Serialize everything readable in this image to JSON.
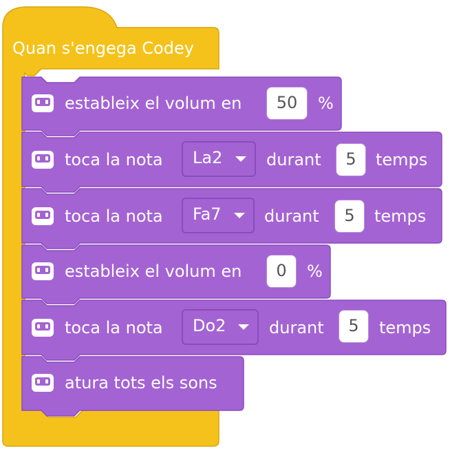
{
  "hat": {
    "label": "Quan s'engega Codey"
  },
  "blocks": [
    {
      "type": "set-volume",
      "prefix": "estableix el volum en",
      "value": "50",
      "suffix": "%"
    },
    {
      "type": "play-note",
      "prefix": "toca la nota",
      "note": "La2",
      "mid": "durant",
      "beats": "5",
      "suffix": "temps"
    },
    {
      "type": "play-note",
      "prefix": "toca la nota",
      "note": "Fa7",
      "mid": "durant",
      "beats": "5",
      "suffix": "temps"
    },
    {
      "type": "set-volume",
      "prefix": "estableix el volum en",
      "value": "0",
      "suffix": "%"
    },
    {
      "type": "play-note",
      "prefix": "toca la nota",
      "note": "Do2",
      "mid": "durant",
      "beats": "5",
      "suffix": "temps"
    },
    {
      "type": "stop-sounds",
      "prefix": "atura tots els sons"
    }
  ],
  "colors": {
    "hat_fill": "#f5c21b",
    "hat_stroke": "#d9a50f",
    "block_fill": "#a463d3",
    "block_stroke": "#8a4bbd"
  },
  "icons": {
    "block_icon": "codey-robot-icon"
  }
}
